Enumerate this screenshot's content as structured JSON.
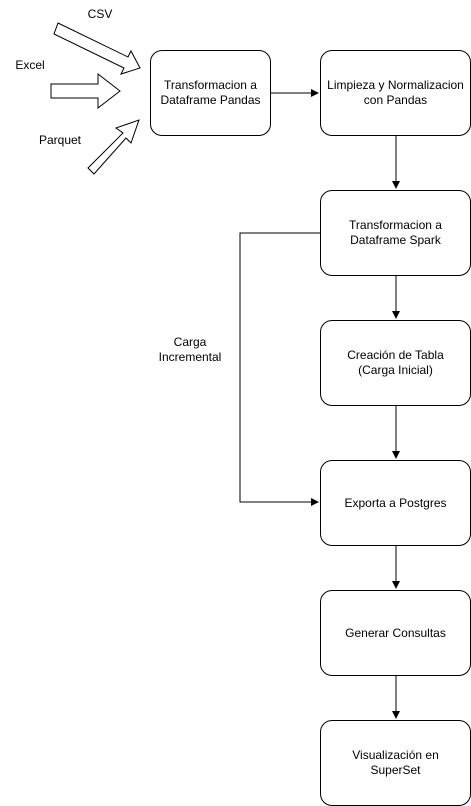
{
  "inputs": {
    "csv": "CSV",
    "excel": "Excel",
    "parquet": "Parquet"
  },
  "nodes": {
    "transform_pandas": "Transformacion a\nDataframe Pandas",
    "clean_pandas": "Limpieza y Normalizacion\ncon Pandas",
    "transform_spark": "Transformacion a\nDataframe Spark",
    "create_table": "Creación de Tabla\n(Carga Inicial)",
    "export_postgres": "Exporta a Postgres",
    "queries": "Generar Consultas",
    "superset": "Visualización en\nSuperSet"
  },
  "edges": {
    "incremental_label": "Carga\nIncremental"
  },
  "colors": {
    "stroke": "#000000",
    "fill": "#ffffff"
  }
}
